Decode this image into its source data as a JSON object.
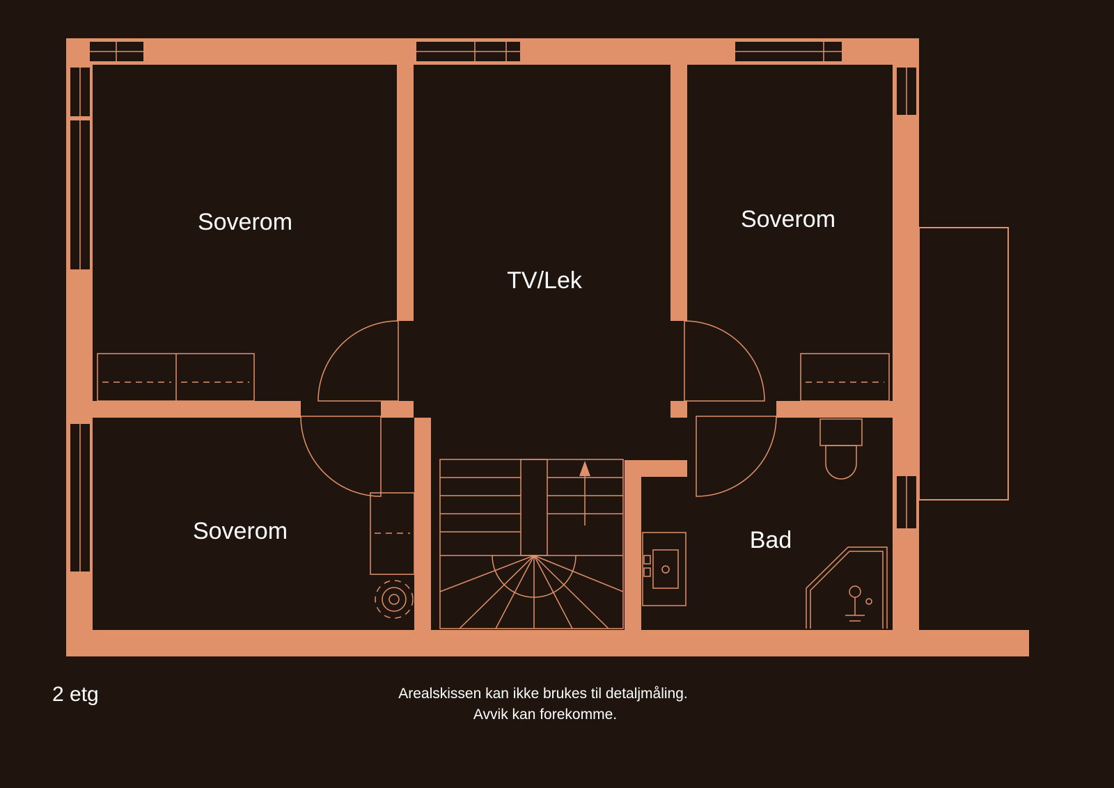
{
  "colors": {
    "background": "#1f140e",
    "walls_and_lines": "#e0916a",
    "text": "#ffffff"
  },
  "floor": {
    "level_label": "2 etg"
  },
  "rooms": {
    "bedroom_top_left": "Soverom",
    "tv_room": "TV/Lek",
    "bedroom_top_right": "Soverom",
    "bedroom_bottom_left": "Soverom",
    "bathroom": "Bad"
  },
  "disclaimer": {
    "line1": "Arealskissen kan ikke brukes til detaljmåling.",
    "line2": "Avvik kan forekomme."
  }
}
